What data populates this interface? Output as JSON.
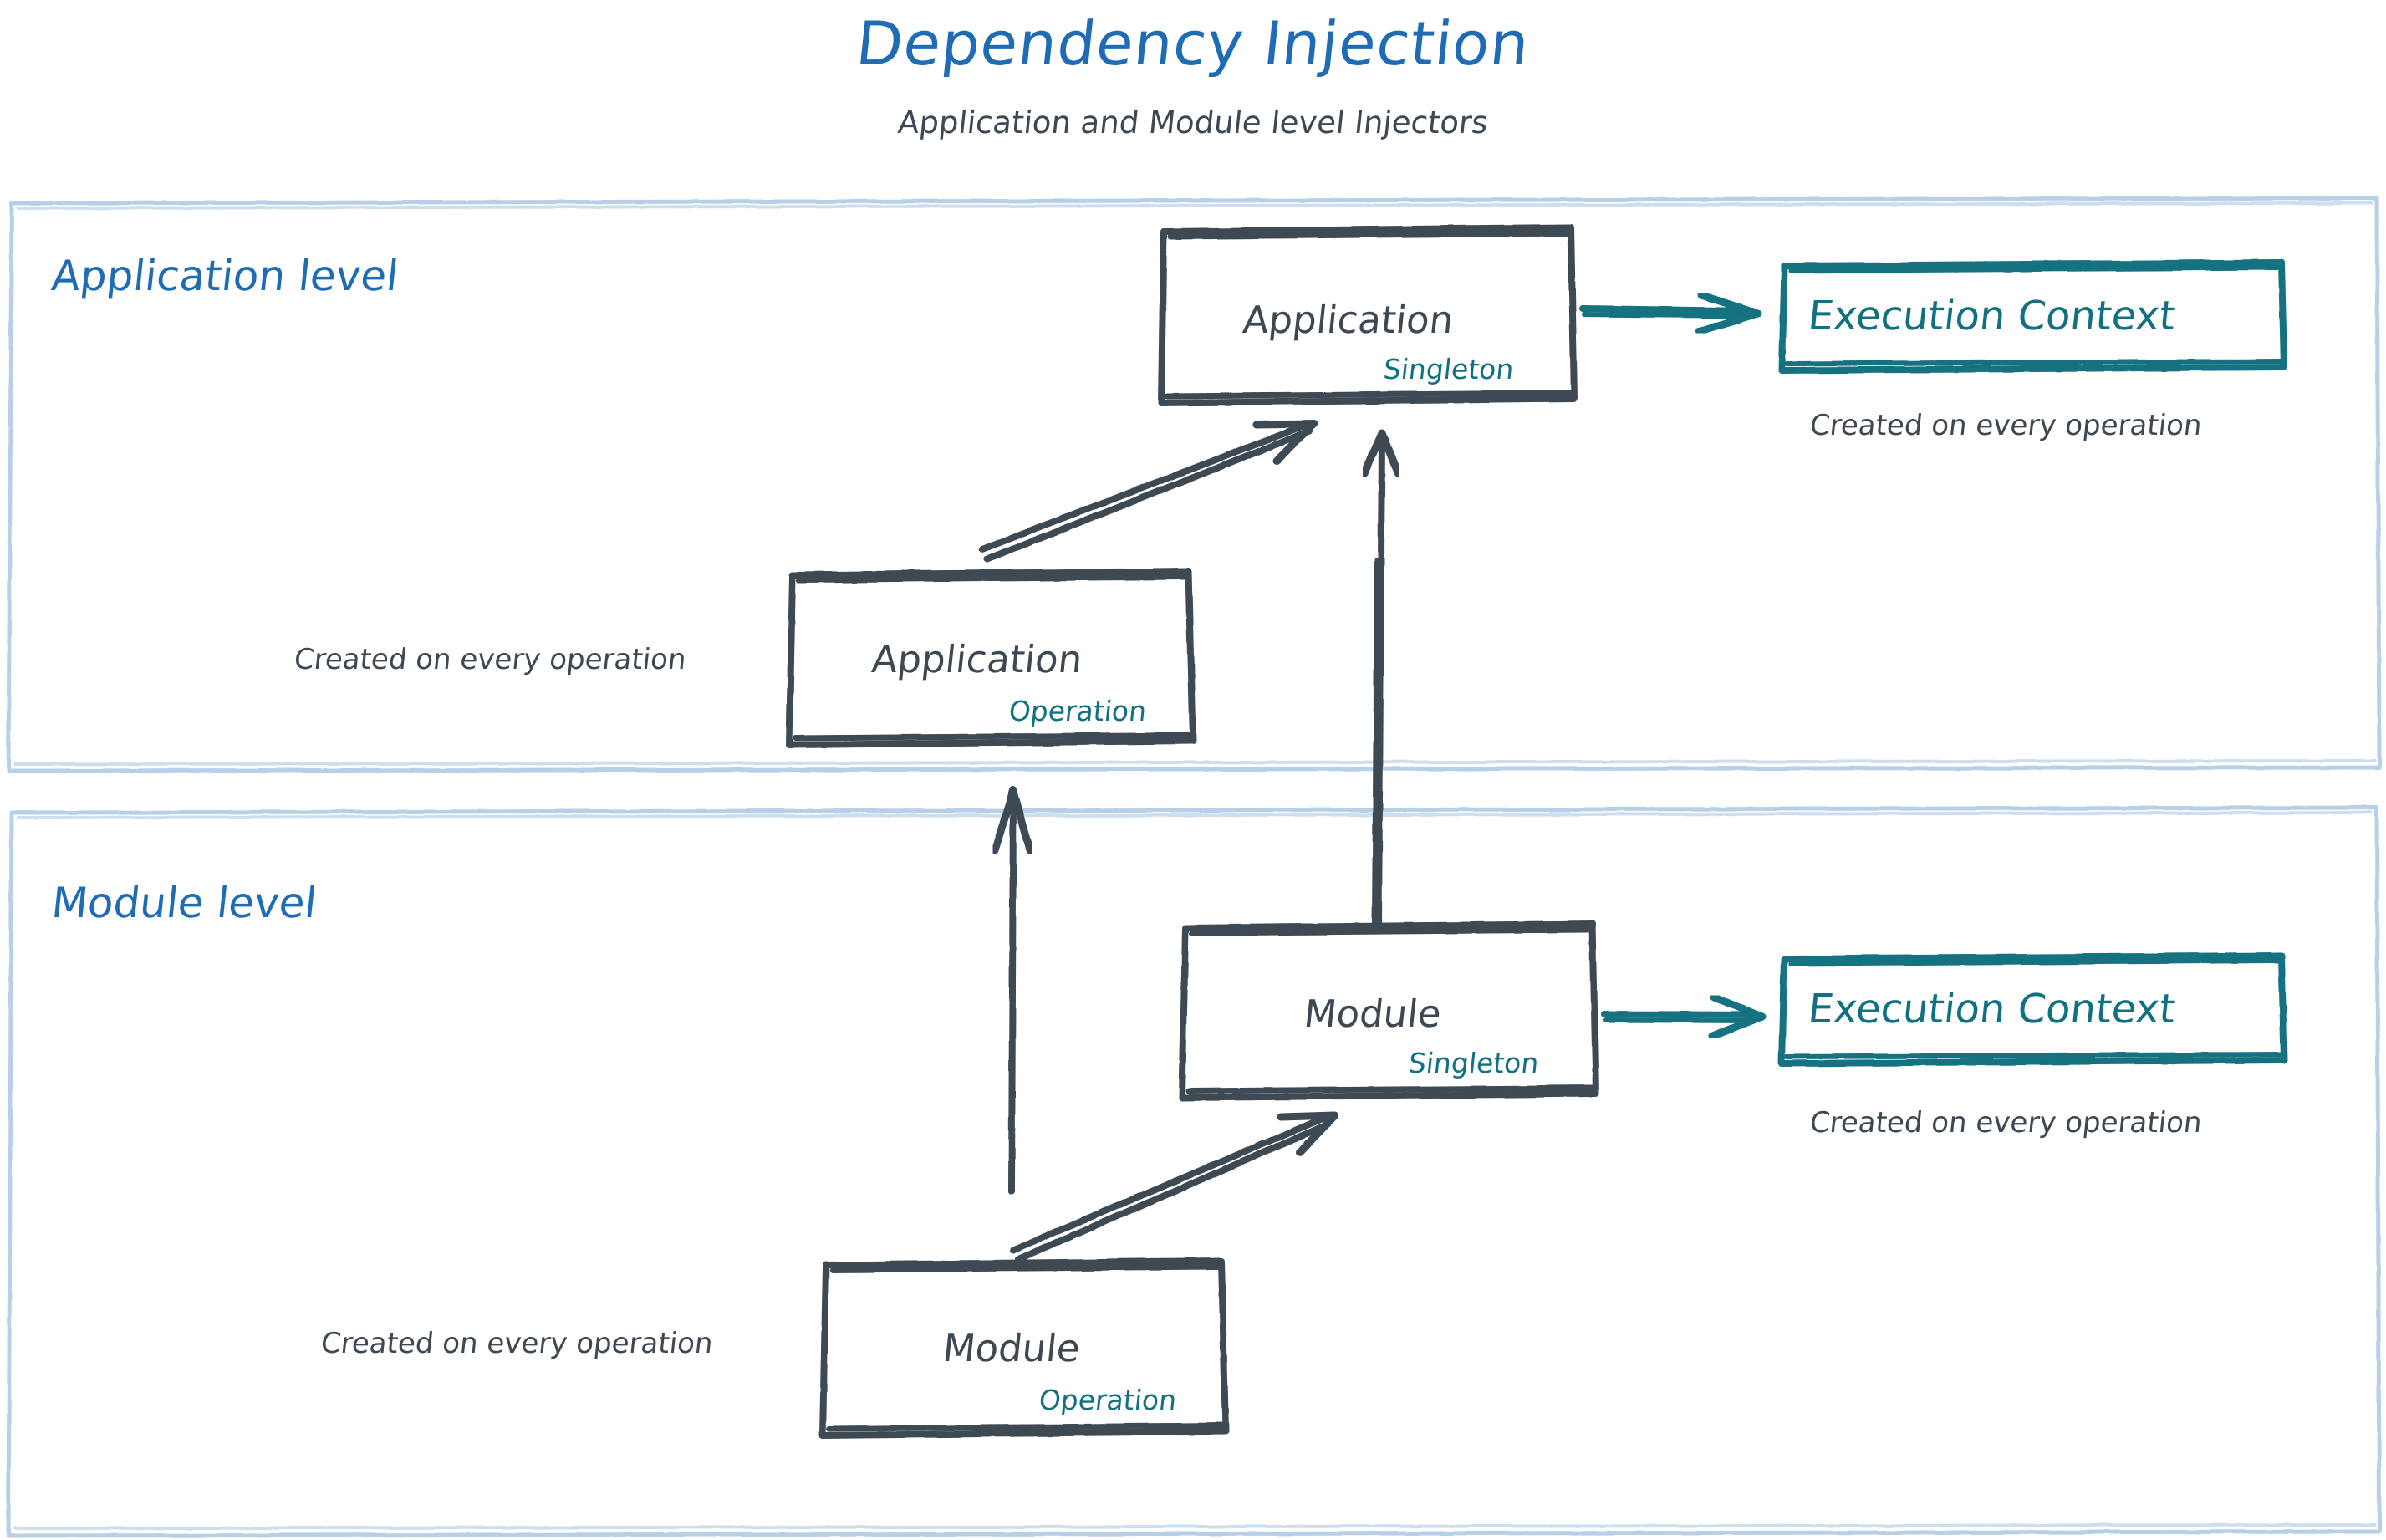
{
  "header": {
    "title": "Dependency Injection",
    "subtitle": "Application and Module level Injectors"
  },
  "colors": {
    "title_blue": "#1f6cb5",
    "panel_border_blue": "#b8cfe8",
    "sketch_gray": "#3d4852",
    "teal": "#127180",
    "background": "#ffffff"
  },
  "panels": [
    {
      "id": "application-level",
      "label": "Application level",
      "boxes": [
        {
          "id": "application-singleton",
          "title": "Application",
          "scope": "Singleton",
          "scope_color": "#127180",
          "border_color": "#3d4852"
        },
        {
          "id": "application-execution-context",
          "title": "Execution Context",
          "note": "Created on every operation",
          "border_color": "#127180"
        },
        {
          "id": "application-operation",
          "title": "Application",
          "scope": "Operation",
          "scope_color": "#127180",
          "border_color": "#3d4852",
          "note": "Created on every operation"
        }
      ]
    },
    {
      "id": "module-level",
      "label": "Module level",
      "boxes": [
        {
          "id": "module-singleton",
          "title": "Module",
          "scope": "Singleton",
          "scope_color": "#127180",
          "border_color": "#3d4852"
        },
        {
          "id": "module-execution-context",
          "title": "Execution Context",
          "note": "Created on every operation",
          "border_color": "#127180"
        },
        {
          "id": "module-operation",
          "title": "Module",
          "scope": "Operation",
          "scope_color": "#127180",
          "border_color": "#3d4852",
          "note": "Created on every operation"
        }
      ]
    }
  ],
  "notes": {
    "app_operation_note": "Created on every operation",
    "app_context_note": "Created on every operation",
    "module_operation_note": "Created on every operation",
    "module_context_note": "Created on every operation"
  },
  "arrows": [
    {
      "id": "app-singleton-to-execution-context",
      "from": "application-singleton",
      "to": "application-execution-context",
      "color": "#127180",
      "direction": "right"
    },
    {
      "id": "app-operation-to-app-singleton",
      "from": "application-operation",
      "to": "application-singleton",
      "color": "#3d4852",
      "direction": "up-right"
    },
    {
      "id": "module-singleton-to-app-singleton",
      "from": "module-singleton",
      "to": "application-singleton",
      "color": "#3d4852",
      "direction": "up"
    },
    {
      "id": "module-singleton-to-execution-context",
      "from": "module-singleton",
      "to": "module-execution-context",
      "color": "#127180",
      "direction": "right"
    },
    {
      "id": "module-operation-to-module-singleton",
      "from": "module-operation",
      "to": "module-singleton",
      "color": "#3d4852",
      "direction": "up-right"
    },
    {
      "id": "module-operation-to-app-operation",
      "from": "module-operation",
      "to": "application-operation",
      "color": "#3d4852",
      "direction": "up"
    }
  ]
}
